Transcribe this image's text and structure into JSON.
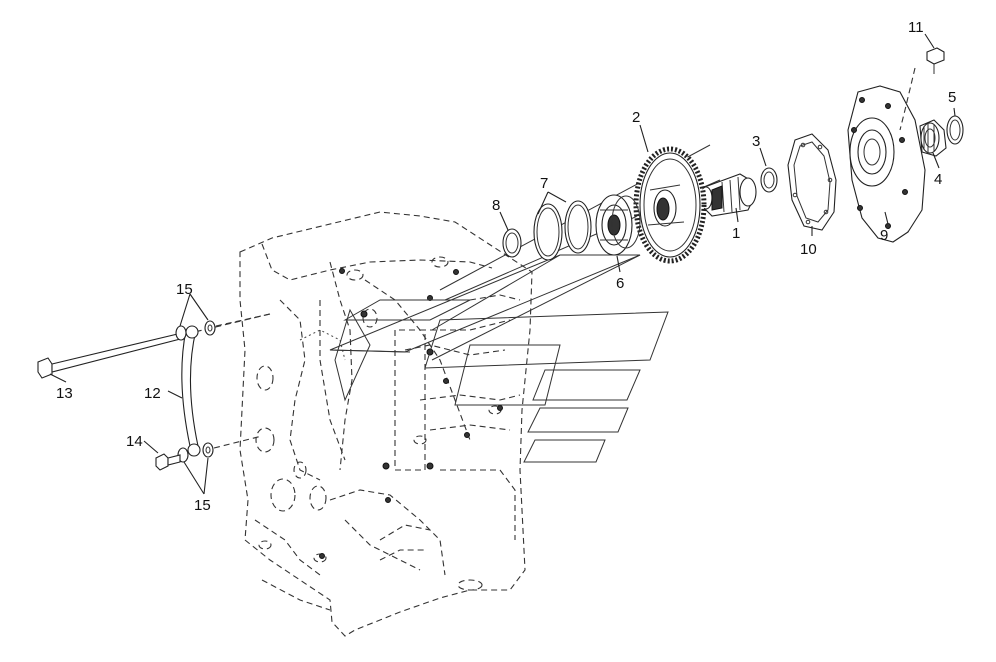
{
  "labels": {
    "l1": "1",
    "l2": "2",
    "l3": "3",
    "l4": "4",
    "l5": "5",
    "l6": "6",
    "l7": "7",
    "l8": "8",
    "l9": "9",
    "l10": "10",
    "l11": "11",
    "l12": "12",
    "l13": "13",
    "l14": "14",
    "l15a": "15",
    "l15b": "15"
  }
}
